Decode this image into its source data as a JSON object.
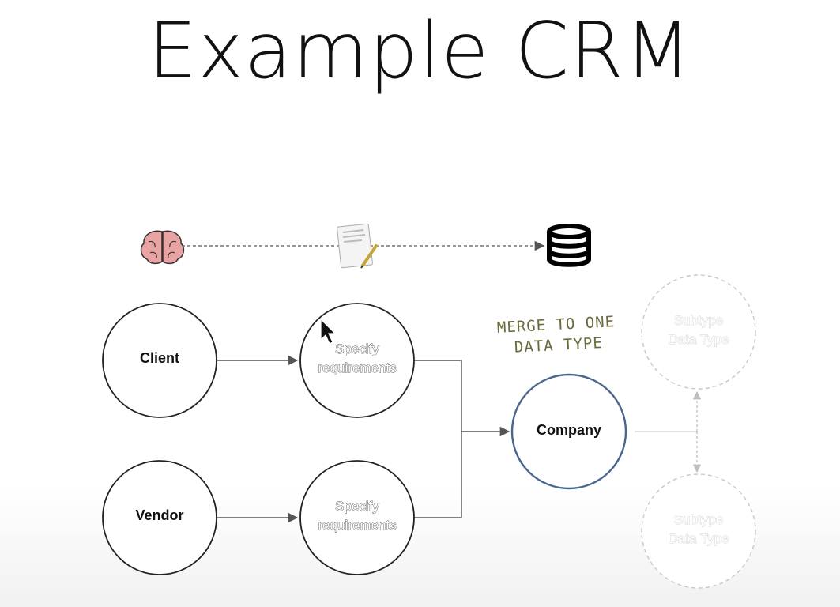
{
  "title": "Example CRM",
  "icons": {
    "brain": "brain-icon",
    "document": "document-pen-icon",
    "database": "database-icon"
  },
  "nodes": {
    "client": "Client",
    "vendor": "Vendor",
    "specify_top_line1": "Specify",
    "specify_top_line2": "requirements",
    "specify_bottom_line1": "Specify",
    "specify_bottom_line2": "requirements",
    "company": "Company",
    "subtype_top_line1": "Subtype",
    "subtype_top_line2": "Data Type",
    "subtype_bottom_line1": "Subtype",
    "subtype_bottom_line2": "Data Type"
  },
  "note": {
    "line1": "MERGE TO ONE",
    "line2": "DATA TYPE"
  },
  "colors": {
    "company_border": "#4a6590",
    "faint": "#c8c8c8",
    "note": "#6b6a3a"
  }
}
